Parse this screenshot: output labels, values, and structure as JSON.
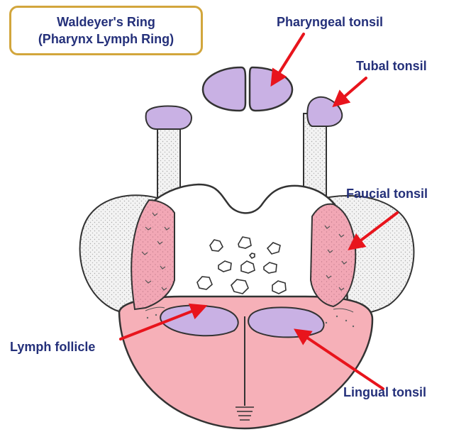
{
  "title": {
    "line1": "Waldeyer's Ring",
    "line2": "(Pharynx Lymph Ring)"
  },
  "labels": {
    "pharyngeal": "Pharyngeal tonsil",
    "tubal": "Tubal tonsil",
    "faucial": "Faucial tonsil",
    "lymph_follicle": "Lymph follicle",
    "lingual": "Lingual tonsil"
  },
  "colors": {
    "title_text": "#24307a",
    "title_border": "#d2a63c",
    "arrow": "#e8141c",
    "tonsil_purple": "#c9b1e4",
    "faucial_pink": "#f2a7b5",
    "tongue_pink": "#f6b0b8",
    "outline": "#333333"
  }
}
